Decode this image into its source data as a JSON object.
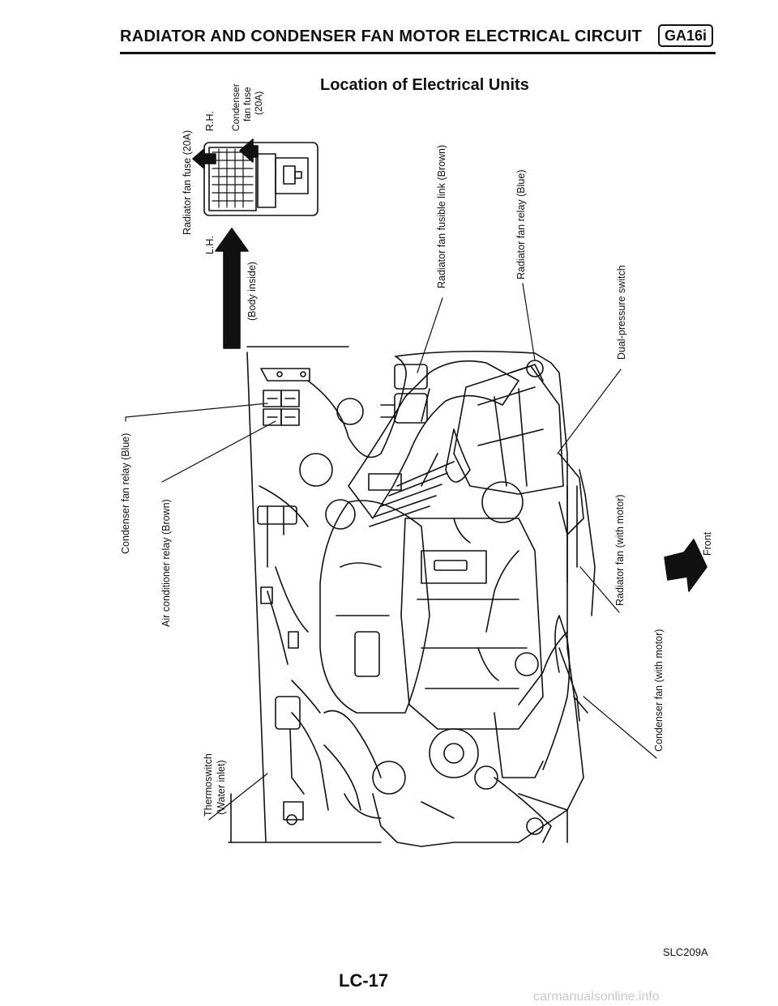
{
  "header": {
    "title": "RADIATOR AND CONDENSER FAN MOTOR ELECTRICAL CIRCUIT",
    "engine_code": "GA16i"
  },
  "subtitle": "Location of Electrical Units",
  "labels": {
    "radiator_fan_fuse": "Radiator fan fuse (20A)",
    "rh": "R.H.",
    "condenser_fan_fuse_1": "Condenser",
    "condenser_fan_fuse_2": "fan fuse",
    "condenser_fan_fuse_3": "(20A)",
    "lh": "L.H.",
    "body_inside": "(Body inside)",
    "radiator_fan_fusible_link": "Radiator fan fusible link (Brown)",
    "radiator_fan_relay": "Radiator fan relay (Blue)",
    "dual_pressure_switch": "Dual-pressure switch",
    "condenser_fan_relay": "Condenser fan relay (Blue)",
    "air_conditioner_relay": "Air conditioner relay (Brown)",
    "radiator_fan_motor": "Radiator fan (with motor)",
    "front": "Front",
    "condenser_fan_motor": "Condenser fan (with motor)",
    "thermoswitch_1": "Thermoswitch",
    "thermoswitch_2": "(Water inlet)"
  },
  "figure_code": "SLC209A",
  "page_number": "LC-17",
  "watermark": "carmanualsonline.info"
}
